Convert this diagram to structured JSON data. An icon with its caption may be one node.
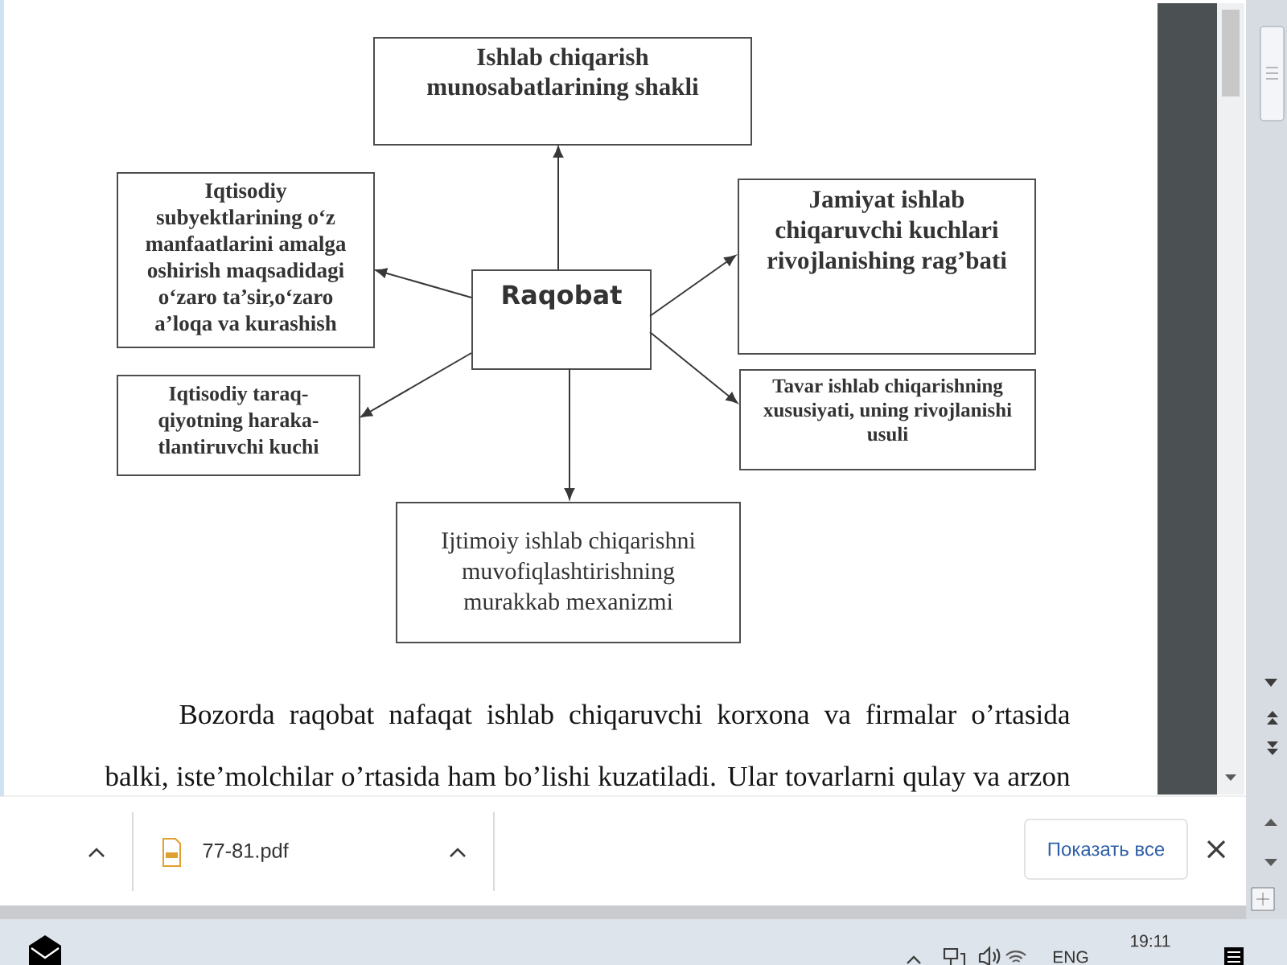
{
  "diagram": {
    "nodes": [
      {
        "text": [
          "Ishlab chiqarish munosabatlarining shakli"
        ]
      },
      {
        "text": [
          "Iqtisodiy subyektlarining o‘z manfaatlarini amalga oshirish maqsadidagi o‘zaro ta’sir,o‘zaro a’loqa va kurashish"
        ]
      },
      {
        "text": [
          "Raqobat"
        ]
      },
      {
        "text": [
          "Jamiyat ishlab chiqaruvchi kuchlari rivojlanishing rag’bati"
        ]
      },
      {
        "text": [
          "Iqtisodiy taraq- qiyotning haraka- tlantiruvchi kuchi"
        ]
      },
      {
        "text": [
          "Tavar ishlab chiqarishning xususiyati, uning rivojlanishi usuli"
        ]
      },
      {
        "text": [
          "Ijtimoiy ishlab chiqarishni muvofiqlashtirishning murakkab mexanizmi"
        ]
      }
    ],
    "edges": [
      {
        "from": 2,
        "to": 0,
        "arrow": "to"
      },
      {
        "from": 2,
        "to": 1,
        "arrow": "to"
      },
      {
        "from": 2,
        "to": 3,
        "arrow": "to"
      },
      {
        "from": 2,
        "to": 4,
        "arrow": "to"
      },
      {
        "from": 2,
        "to": 5,
        "arrow": "to"
      },
      {
        "from": 2,
        "to": 6,
        "arrow": "to"
      }
    ],
    "labels": [
      "Bozorda raqobat nafaqat ishlab chiqaruvchi korxona va firmalar o’rtasida balki, iste’molchilar o’rtasida ham bo’lishi kuzatiladi. Ular tovarlarni qulay va arzon",
      "77-81.pdf",
      "Показать все",
      "ENG",
      "19:11"
    ]
  }
}
